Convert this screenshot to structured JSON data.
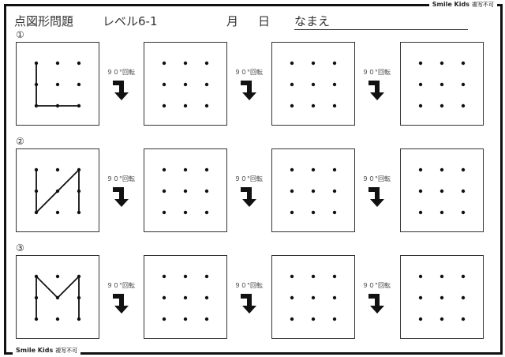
{
  "header": {
    "title": "点図形問題",
    "level": "レベル6-1",
    "month": "月",
    "day": "日",
    "name_label": "なまえ"
  },
  "brand": {
    "name": "Smile Kids",
    "notice": "複写不可"
  },
  "rotate_label": "９０°回転",
  "problems": [
    {
      "number": "①",
      "segments": [
        [
          [
            0,
            0
          ],
          [
            0,
            2
          ]
        ],
        [
          [
            0,
            2
          ],
          [
            2,
            2
          ]
        ]
      ]
    },
    {
      "number": "②",
      "segments": [
        [
          [
            0,
            0
          ],
          [
            0,
            2
          ]
        ],
        [
          [
            0,
            2
          ],
          [
            2,
            0
          ]
        ],
        [
          [
            2,
            0
          ],
          [
            2,
            2
          ]
        ]
      ]
    },
    {
      "number": "③",
      "segments": [
        [
          [
            0,
            0
          ],
          [
            0,
            2
          ]
        ],
        [
          [
            0,
            0
          ],
          [
            1,
            1
          ]
        ],
        [
          [
            1,
            1
          ],
          [
            2,
            0
          ]
        ],
        [
          [
            2,
            0
          ],
          [
            2,
            2
          ]
        ]
      ]
    }
  ]
}
